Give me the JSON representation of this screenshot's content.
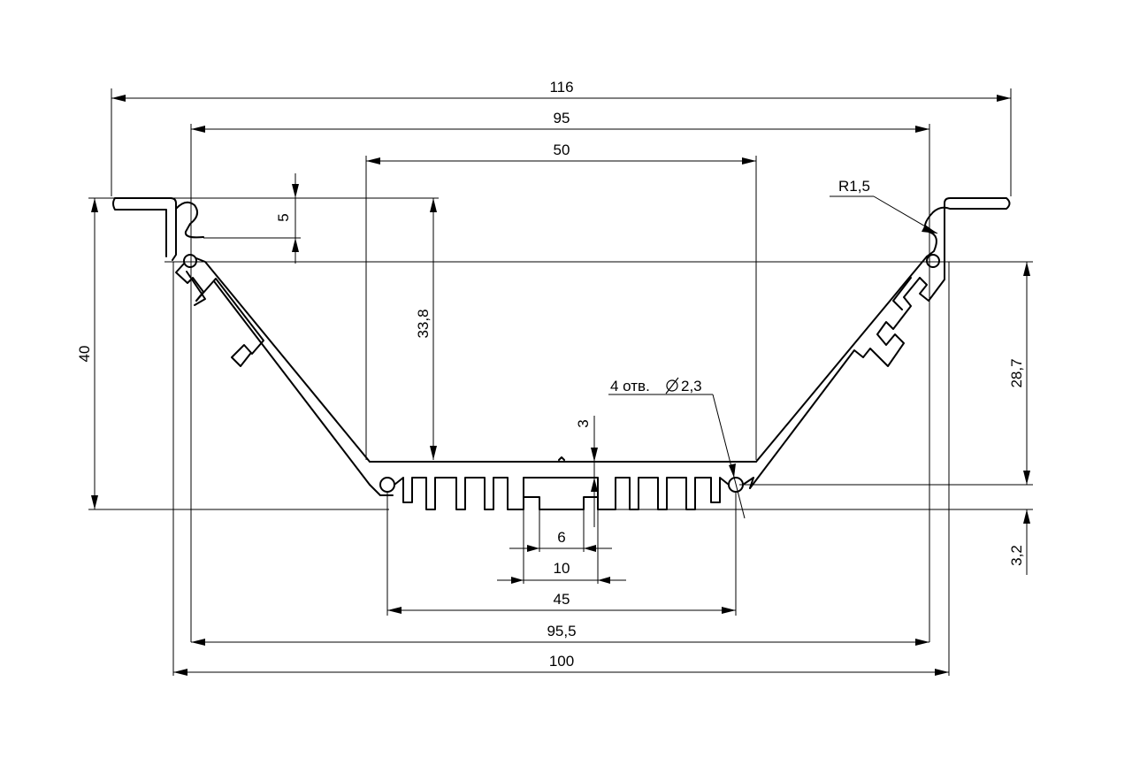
{
  "drawing": {
    "units": "mm",
    "dimensions": {
      "overall_width": "116",
      "inner_top_width": "95",
      "light_opening_width": "50",
      "lip_height": "5",
      "inner_depth": "33,8",
      "total_height": "40",
      "radius": "R1,5",
      "holes": "4 отв.",
      "hole_diameter": "2,3",
      "base_thickness": "3",
      "right_height": "28,7",
      "bottom_offset": "3,2",
      "slot_inner": "6",
      "slot_outer": "10",
      "holes_spacing": "45",
      "width_95_5": "95,5",
      "bottom_width": "100"
    }
  },
  "colors": {
    "line": "#000000",
    "background": "#ffffff"
  }
}
